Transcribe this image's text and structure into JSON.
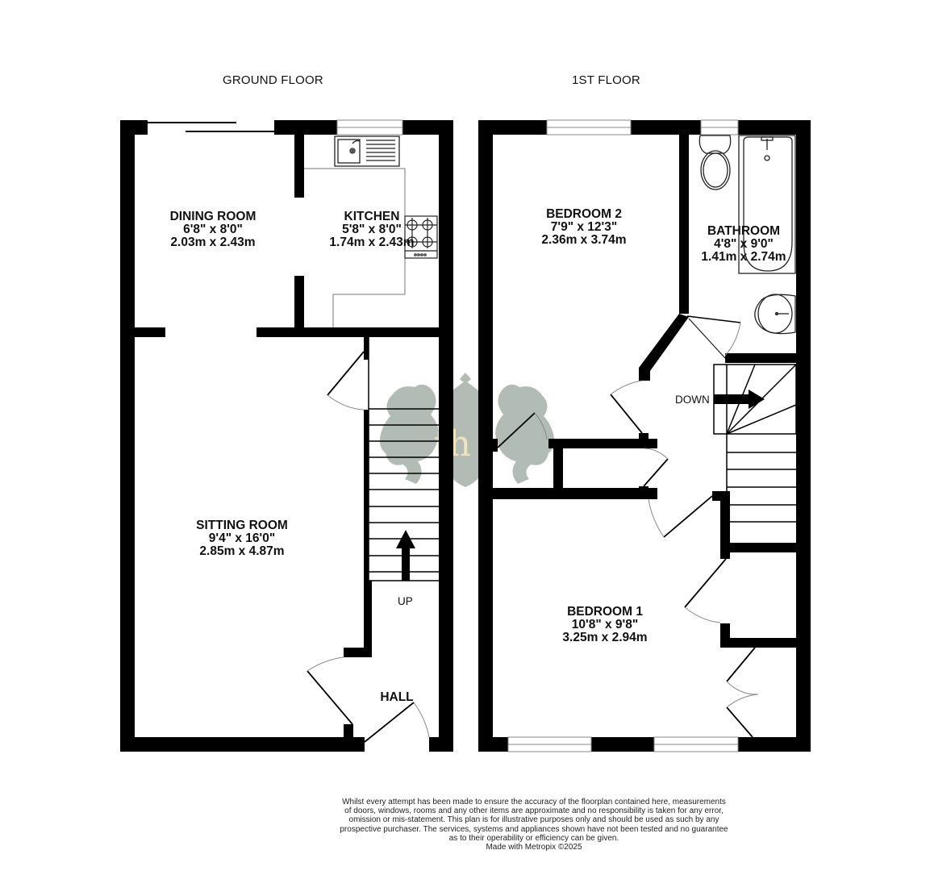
{
  "floors": [
    {
      "title": "GROUND FLOOR",
      "rooms": [
        {
          "name": "DINING ROOM",
          "imperial": "6'8\"  x 8'0\"",
          "metric": "2.03m  x 2.43m"
        },
        {
          "name": "KITCHEN",
          "imperial": "5'8\"  x 8'0\"",
          "metric": "1.74m  x 2.43m"
        },
        {
          "name": "SITTING ROOM",
          "imperial": "9'4\"  x 16'0\"",
          "metric": "2.85m  x 4.87m"
        },
        {
          "name": "HALL"
        }
      ],
      "stair_label": "UP"
    },
    {
      "title": "1ST FLOOR",
      "rooms": [
        {
          "name": "BEDROOM 2",
          "imperial": "7'9\"  x 12'3\"",
          "metric": "2.36m  x 3.74m"
        },
        {
          "name": "BATHROOM",
          "imperial": "4'8\"  x 9'0\"",
          "metric": "1.41m  x 2.74m"
        },
        {
          "name": "BEDROOM 1",
          "imperial": "10'8\"  x 9'8\"",
          "metric": "3.25m  x 2.94m"
        }
      ],
      "stair_label": "DOWN"
    }
  ],
  "watermark": {
    "icon": "lion-crest-logo",
    "monogram": "th",
    "color": "#a9b4ad",
    "accent": "#efe2b8"
  },
  "colors": {
    "wall": "#000000",
    "fixture_line": "#333333",
    "door_arc": "#888888"
  },
  "disclaimer": {
    "lines": [
      "Whilst every attempt has been made to ensure the accuracy of the floorplan contained here, measurements",
      "of doors, windows, rooms and any other items are approximate and no responsibility is taken for any error,",
      "omission or mis-statement. This plan is for illustrative purposes only and should be used as such by any",
      "prospective purchaser. The services, systems and appliances shown have not been tested and no guarantee",
      "as to their operability or efficiency can be given."
    ],
    "credit": "Made with Metropix ©2025"
  }
}
